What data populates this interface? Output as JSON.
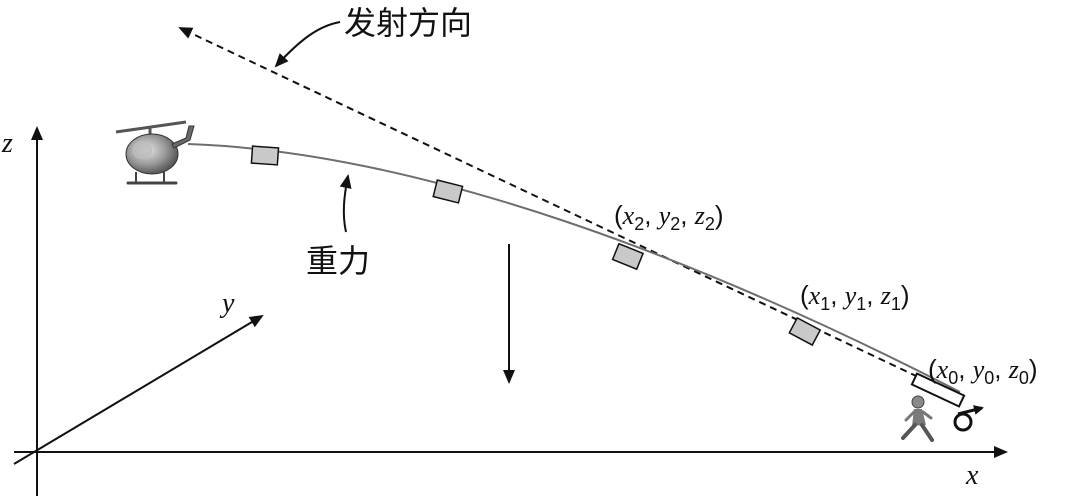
{
  "labels": {
    "launch_direction": "发射方向",
    "gravity": "重力"
  },
  "axes": {
    "x": "x",
    "y": "y",
    "z": "z"
  },
  "points": [
    {
      "var": "x",
      "sub": "0",
      "var2": "y",
      "sub2": "0",
      "var3": "z",
      "sub3": "0"
    },
    {
      "var": "x",
      "sub": "1",
      "var2": "y",
      "sub2": "1",
      "var3": "z",
      "sub3": "1"
    },
    {
      "var": "x",
      "sub": "2",
      "var2": "y",
      "sub2": "2",
      "var3": "z",
      "sub3": "2"
    }
  ],
  "punct": {
    "open": "(",
    "comma": ", ",
    "close": ")"
  },
  "icons": {
    "helicopter": "helicopter-icon",
    "person": "running-person-icon",
    "launcher": "launcher-icon"
  },
  "colors": {
    "trajectory": "#6e6e6e",
    "projectile_fill": "#c9c9c9",
    "ink": "#111111"
  }
}
